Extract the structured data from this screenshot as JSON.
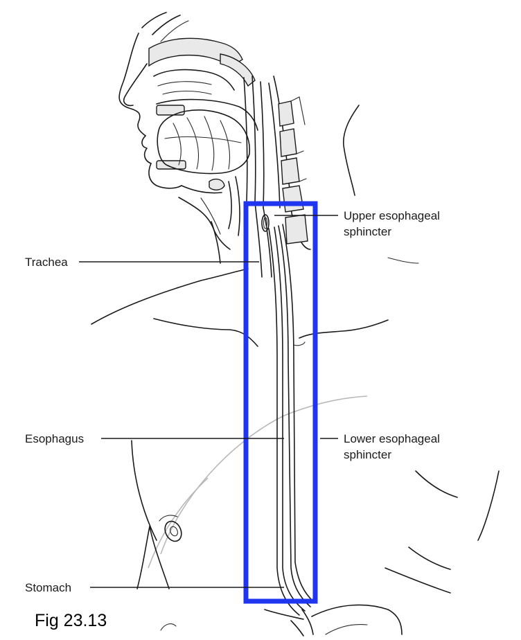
{
  "figure_caption": "Fig 23.13",
  "labels": {
    "upper_sphincter": [
      "Upper esophageal",
      "sphincter"
    ],
    "trachea": "Trachea",
    "esophagus": "Esophagus",
    "lower_sphincter": [
      "Lower esophageal",
      "sphincter"
    ],
    "stomach": "Stomach"
  },
  "colors": {
    "highlight_box": "#1f35f0",
    "line_art": "#1a1a1a",
    "bone_fill": "#e9e9e9"
  }
}
